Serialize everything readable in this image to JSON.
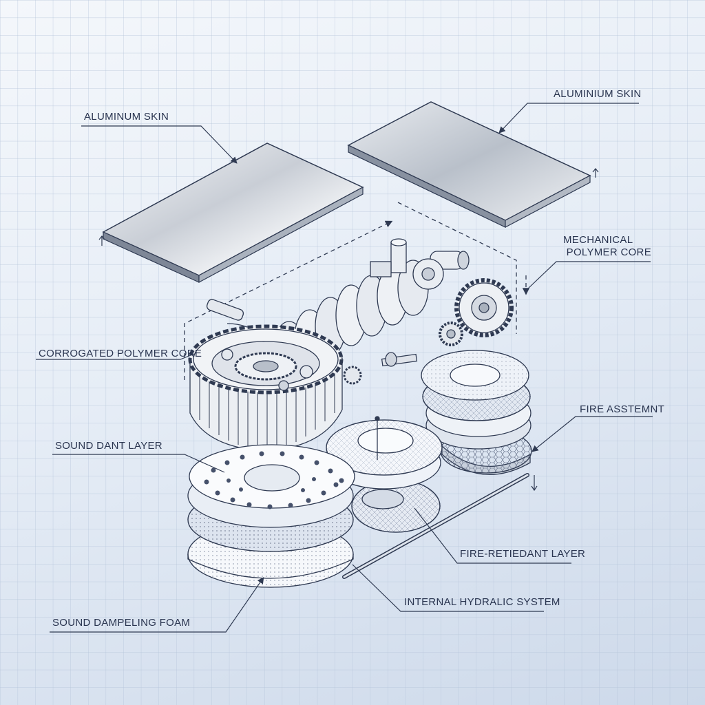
{
  "labels": {
    "aluminum_skin_left": "ALUMINUM SKIN",
    "aluminium_skin_right": "ALUMINIUM SKIN",
    "mechanical_polymer_core_line1": "MECHANICAL",
    "mechanical_polymer_core_line2": "POLYMER CORE",
    "corrugated_polymer_core": "CORROGATED POLYMER CORE",
    "fire_assesment": "FIRE ASSTEMNT",
    "sound_dant_layer": "SOUND DANT LAYER",
    "fire_retardant_layer": "FIRE-RETIEDANT LAYER",
    "internal_hydraulic_system": "INTERNAL HYDRALIC SYSTEM",
    "sound_dampening_foam": "SOUND DAMPELING FOAM"
  },
  "colors": {
    "line": "#2f3a52",
    "grid": "#b4c3d9",
    "metal_light": "#f3f5f8",
    "metal_dark": "#9aa3b0"
  }
}
